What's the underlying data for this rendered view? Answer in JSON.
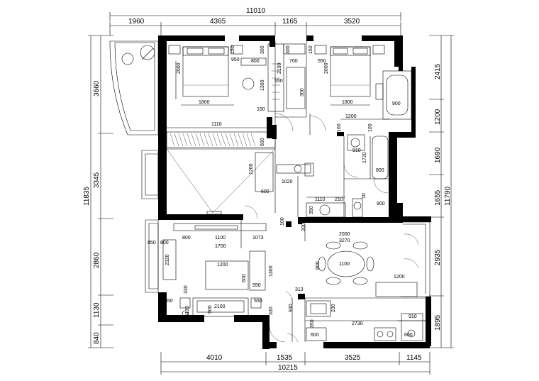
{
  "overall": {
    "top_total": "11010",
    "bottom_total": "10215",
    "left_total": "11835",
    "right_total": "11790"
  },
  "top_segments": [
    "1960",
    "4365",
    "1165",
    "3520"
  ],
  "bottom_segments": [
    "4010",
    "1535",
    "3525",
    "1145"
  ],
  "left_segments": [
    "3660",
    "3345",
    "2860",
    "1130",
    "840"
  ],
  "right_segments": [
    "2415",
    "1200",
    "1690",
    "1655",
    "2935",
    "1895"
  ],
  "room_dims": {
    "bed1_w": "1800",
    "bed1_h": "2000",
    "bed2_w": "1800",
    "bed2_h": "2000",
    "d950": "950",
    "d800": "800",
    "d2190": "2190",
    "d700": "700",
    "d550a": "550",
    "d550b": "550",
    "d150a": "150",
    "d150b": "150",
    "d300a": "300",
    "d300b": "300",
    "d1300": "1300",
    "d150c": "150",
    "d1200a": "1200",
    "d900a": "900",
    "d1110": "1110",
    "d600a": "600",
    "d910": "910",
    "d1720": "1720",
    "d800b": "800",
    "d1200b": "1200",
    "d1020": "1020",
    "d600b": "600",
    "d1110b": "1110",
    "d210": "210",
    "d10": "10",
    "d900b": "900",
    "d350a": "350",
    "d300c": "300",
    "d100a": "100",
    "d100b": "100",
    "d2000": "2000",
    "d3270": "3270",
    "d100c": "100",
    "d200": "200",
    "d800c": "800",
    "d1100a": "1100",
    "d1073": "1073",
    "d1700": "1700",
    "d850": "850",
    "d800d": "800",
    "d2320": "2320",
    "d1200c": "1200",
    "d1300b": "1300",
    "d600c": "600",
    "d550c": "550",
    "d800e": "800",
    "d1100b": "1100",
    "d1200d": "1200",
    "d550d": "550",
    "d1130": "1130",
    "d900c": "900",
    "d2100": "2100",
    "d550e": "550",
    "d330": "330",
    "d313": "313",
    "d930": "930",
    "d230": "230",
    "d350b": "350",
    "d2730": "2730",
    "d910b": "910",
    "d600d": "600",
    "d600e": "600",
    "d330b": "330"
  }
}
